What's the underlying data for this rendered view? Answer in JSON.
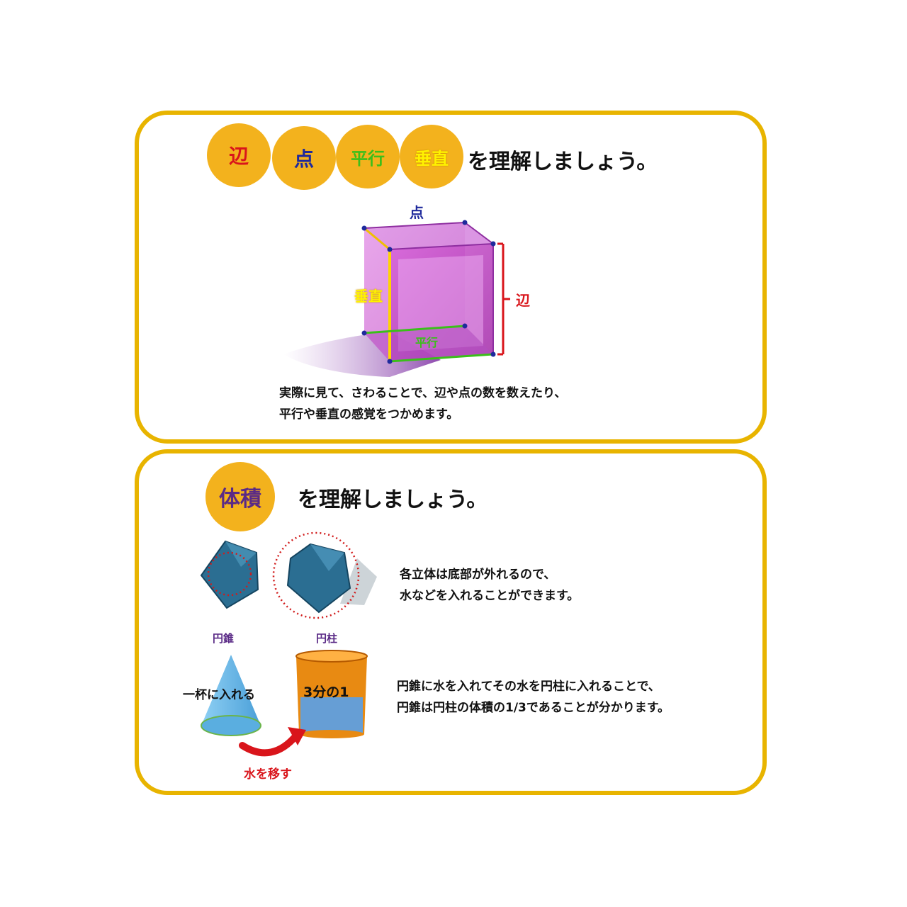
{
  "section1": {
    "badges": [
      "辺",
      "点",
      "平行",
      "垂直"
    ],
    "heading_suffix": "を理解しましょう。",
    "cube_labels": {
      "point": "点",
      "vertical": "垂直",
      "edge": "辺",
      "parallel": "平行"
    },
    "description": [
      "実際に見て、さわることで、辺や点の数を数えたり、",
      "平行や垂直の感覚をつかめます。"
    ]
  },
  "section2": {
    "badge": "体積",
    "heading_suffix": "を理解しましょう。",
    "shape_labels": {
      "cone": "円錐",
      "cylinder": "円柱"
    },
    "cone_annotation": "一杯に入れる",
    "cup_annotation": "3分の1",
    "arrow_label": "水を移す",
    "text1": [
      "各立体は底部が外れるので、",
      "水などを入れることができます。"
    ],
    "text2": [
      "円錐に水を入れてその水を円柱に入れることで、",
      "円錐は円柱の体積の1/3であることが分かります。"
    ]
  },
  "colors": {
    "panel_border": "#e8b400",
    "badge_fill": "#f3b21d",
    "edge_red": "#d9151b",
    "point_blue": "#1f2a9c",
    "parallel_green": "#3bbf1a",
    "vertical_yellow": "#fff200",
    "volume_purple": "#5a2a86",
    "cube_magenta": "#c43cc8",
    "water_blue": "#5f9fe0",
    "cup_orange": "#e88a12"
  }
}
